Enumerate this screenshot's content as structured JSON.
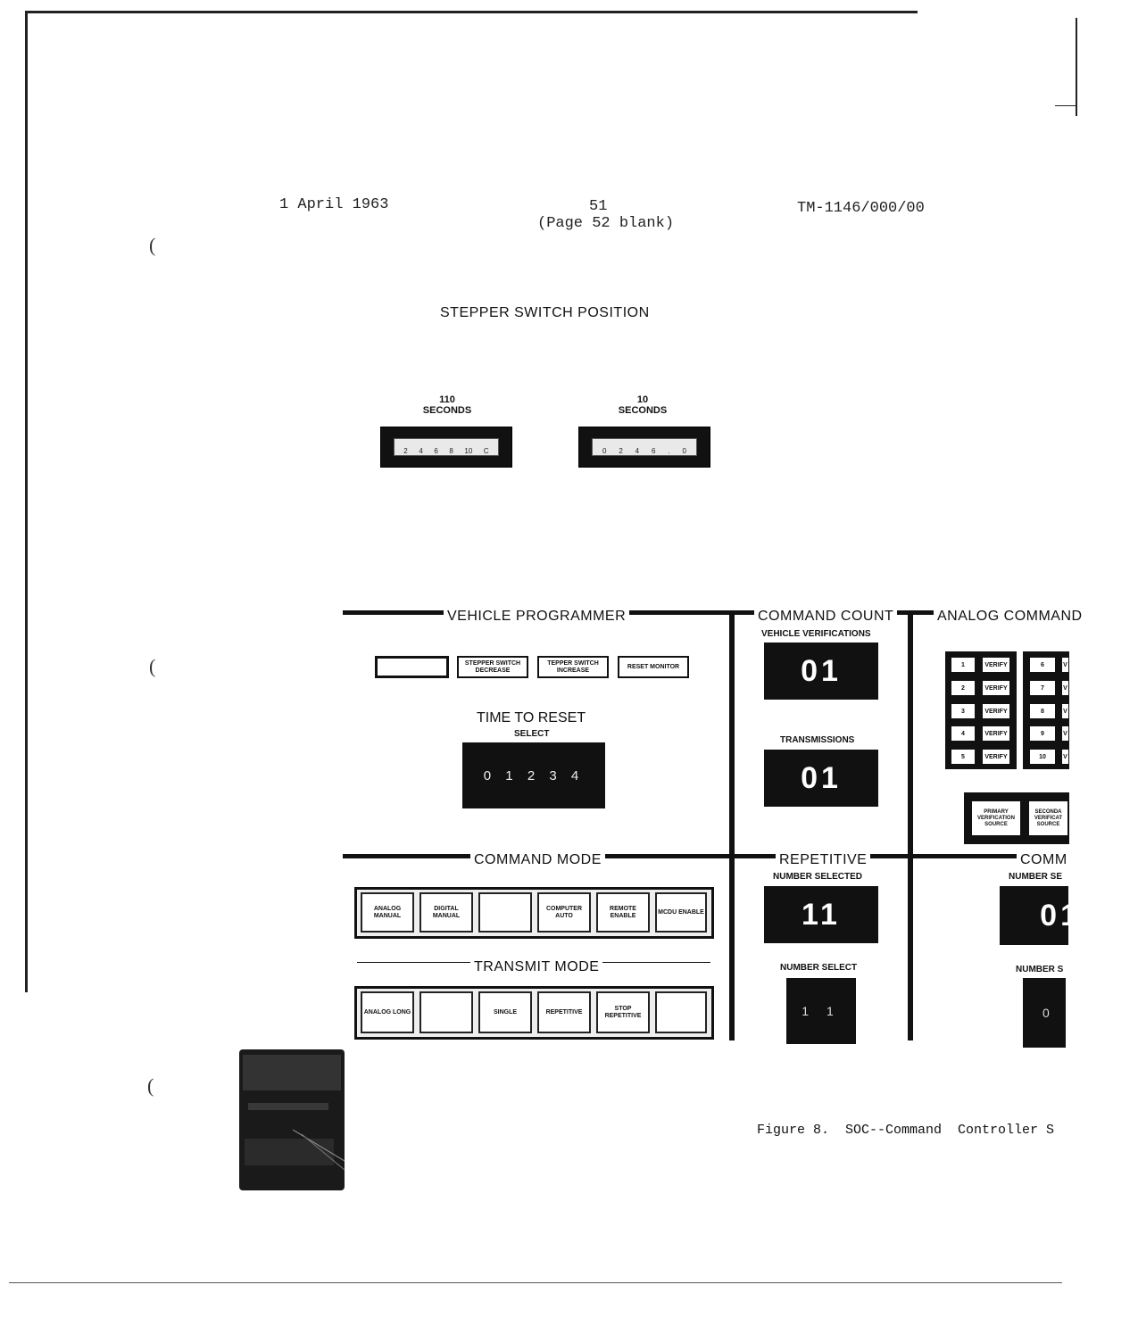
{
  "header": {
    "date": "1 April 1963",
    "page_number": "51",
    "page_note": "(Page 52 blank)",
    "doc_id": "TM-1146/000/00"
  },
  "margin_marks": [
    "(",
    "(",
    "("
  ],
  "stepper": {
    "title": "STEPPER SWITCH POSITION",
    "dial_left": {
      "label_top": "110",
      "label_bottom": "SECONDS",
      "ticks": [
        "2",
        "4",
        "6",
        "8",
        "10",
        "C"
      ]
    },
    "dial_right": {
      "label_top": "10",
      "label_bottom": "SECONDS",
      "ticks": [
        "0",
        "2",
        "4",
        "6",
        ".",
        "0"
      ]
    }
  },
  "vehicle_programmer": {
    "title": "VEHICLE PROGRAMMER",
    "buttons": [
      "",
      "STEPPER SWITCH DECREASE",
      "TEPPER SWITCH INCREASE",
      "RESET MONITOR"
    ],
    "time_to_reset": "TIME TO RESET",
    "select": "SELECT",
    "select_digits": "0 1 2 3 4"
  },
  "command_count": {
    "title": "COMMAND COUNT",
    "vehicle_verifications": "VEHICLE VERIFICATIONS",
    "vv_value": "01",
    "transmissions": "TRANSMISSIONS",
    "tx_value": "01"
  },
  "analog_command": {
    "title": "ANALOG COMMAND",
    "rows": [
      {
        "num": "1",
        "verify": "VERIFY",
        "num2": "6",
        "v2": "V"
      },
      {
        "num": "2",
        "verify": "VERIFY",
        "num2": "7",
        "v2": "V"
      },
      {
        "num": "3",
        "verify": "VERIFY",
        "num2": "8",
        "v2": "V"
      },
      {
        "num": "4",
        "verify": "VERIFY",
        "num2": "9",
        "v2": "V"
      },
      {
        "num": "5",
        "verify": "VERIFY",
        "num2": "10",
        "v2": "V"
      }
    ],
    "primary_source": "PRIMARY VERIFICATION SOURCE",
    "secondary_source": "SECONDA VERIFICAT SOURCE"
  },
  "command_mode": {
    "title": "COMMAND MODE",
    "buttons": [
      "ANALOG MANUAL",
      "DIGITAL MANUAL",
      "",
      "COMPUTER AUTO",
      "REMOTE ENABLE",
      "MCDU ENABLE"
    ]
  },
  "transmit_mode": {
    "title": "TRANSMIT MODE",
    "buttons": [
      "ANALOG LONG",
      "",
      "SINGLE",
      "REPETITIVE",
      "STOP REPETITIVE",
      ""
    ]
  },
  "repetitive": {
    "title": "REPETITIVE",
    "number_selected": "NUMBER SELECTED",
    "ns_value": "11",
    "number_select": "NUMBER SELECT",
    "sel_value": "1 1"
  },
  "command_right": {
    "title": "COMM",
    "number_selected": "NUMBER SE",
    "ns_value": "01",
    "number_select": "NUMBER S",
    "sel_value": "0"
  },
  "caption": "Figure 8.  SOC--Command  Controller S"
}
